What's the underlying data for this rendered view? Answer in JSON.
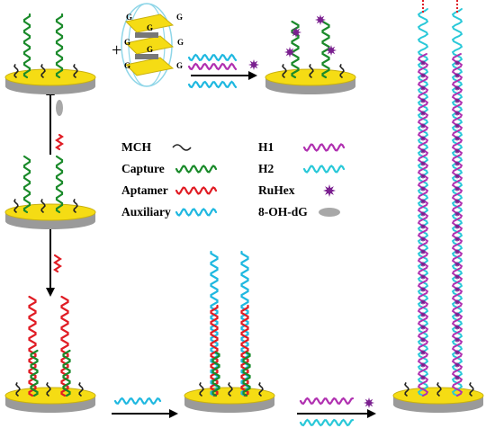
{
  "legend": {
    "items": [
      {
        "label": "MCH",
        "color": "#222222"
      },
      {
        "label": "Capture",
        "color": "#1a8a2a"
      },
      {
        "label": "Aptamer",
        "color": "#e01c24"
      },
      {
        "label": "Auxiliary",
        "color": "#1fb8e0"
      },
      {
        "label": "H1",
        "color": "#b030b0"
      },
      {
        "label": "H2",
        "color": "#29c8d8"
      },
      {
        "label": "RuHex",
        "color": "#7a1f8f"
      },
      {
        "label": "8-OH-dG",
        "color": "#a8a8a8"
      }
    ]
  },
  "g_quadruplex": {
    "letter": "G"
  },
  "plus_sign": "+",
  "colors": {
    "electrode_top": "#f5dc14",
    "electrode_side": "#9a9a9a",
    "mch": "#222222",
    "capture": "#1a8a2a",
    "aptamer": "#e01c24",
    "auxiliary": "#1fb8e0",
    "h1": "#b030b0",
    "h2": "#29c8d8",
    "ruhex": "#7a1f8f",
    "ohdg": "#a8a8a8"
  }
}
